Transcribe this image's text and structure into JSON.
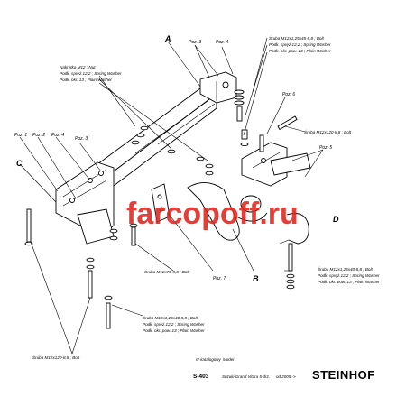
{
  "part_labels": {
    "A": "A",
    "B": "B",
    "C": "C",
    "D": "D",
    "poz1": "Poz. 1",
    "poz2": "Poz. 2",
    "poz3_top": "Poz. 3",
    "poz4_top": "Poz. 4",
    "poz3_left": "Poz. 3",
    "poz4_left": "Poz. 4",
    "poz5": "Poz. 5",
    "poz6": "Poz. 6",
    "poz7": "Poz. 7"
  },
  "notes": {
    "nut_block": [
      "Nakrętka M12 ; Nut",
      "Podk. spręż.12,2 ; Spring Washer",
      "Podk. okr. 13 ; Plain Washer"
    ],
    "top_right_block": [
      "Śruba M12x1,25x45-8,8 ; Bolt",
      "Podk. spręż.12,2 ; Spring Washer",
      "Podk. okr. pow. 13 ; Plain Washer"
    ],
    "bolt_120_right": "Śruba M12x120-8,8 ; Bolt",
    "bolt_70": "Śruba M12x70-8,8 ; Bolt",
    "bottom_right_block": [
      "Śruba M12x1,25x40-8,8 ; Bolt",
      "Podk. spręż.12,2 ; Spring Washer",
      "Podk. okr. pow. 13 ; Plain Washer"
    ],
    "bottom_mid_block": [
      "Śruba M12x1,25x40-8,8 ; Bolt",
      "Podk. spręż.12,2 ; Spring Washer",
      "Podk. okr. pow. 13 ; Plain Washer"
    ],
    "bolt_120_left": "Śruba M12x120-8,8 ; Bolt"
  },
  "watermark": "farcopoff.ru",
  "footer": {
    "drawing_label": "nr katalogowy",
    "model_label": "Model",
    "code": "S-403",
    "model": "Suzuki Grand Vitara 5-drz.",
    "years": "od 2005 ->",
    "brand": "STEINHOF"
  },
  "colors": {
    "ink": "#000000",
    "watermark": "#e3231b",
    "paper": "#ffffff"
  }
}
